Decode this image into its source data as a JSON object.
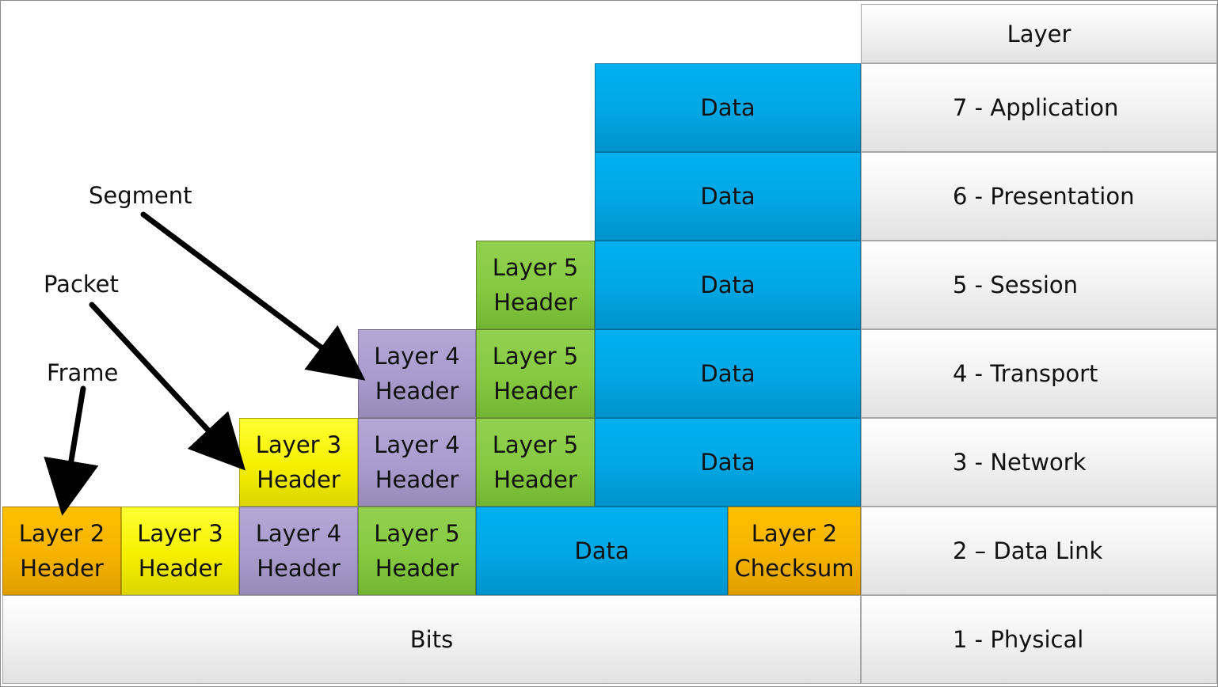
{
  "layer_column": {
    "header": "Layer",
    "rows": [
      "7 - Application",
      "6 - Presentation",
      "5 - Session",
      "4 - Transport",
      "3 - Network",
      "2 – Data Link",
      "1 - Physical"
    ]
  },
  "blocks": {
    "data": "Data",
    "layer5_header": "Layer 5\nHeader",
    "layer4_header": "Layer 4\nHeader",
    "layer3_header": "Layer 3\nHeader",
    "layer2_header": "Layer 2\nHeader",
    "layer2_checksum": "Layer 2\nChecksum",
    "bits": "Bits"
  },
  "pdu_labels": {
    "segment": "Segment",
    "packet": "Packet",
    "frame": "Frame"
  },
  "colors": {
    "data": "#00b0f0",
    "layer5": "#92d050",
    "layer4": "#b4a7d6",
    "layer3": "#ffff00",
    "layer2": "#ffc000",
    "layer_header_gray": "#f2f2f2",
    "arrow": "#000000"
  }
}
